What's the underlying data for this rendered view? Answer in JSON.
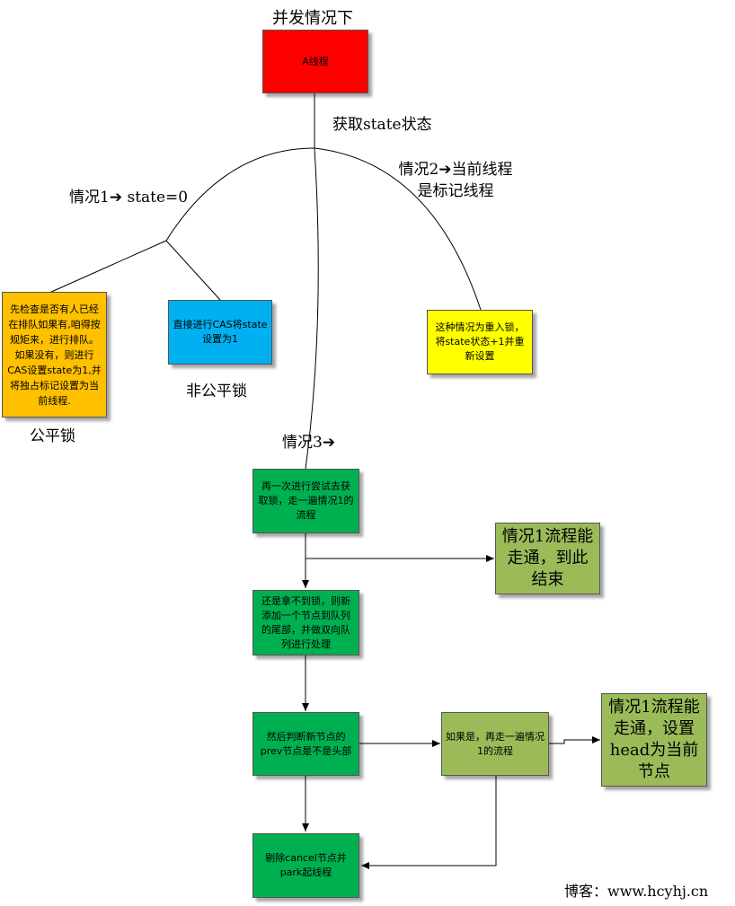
{
  "title": "并发情况下",
  "thread_box": "A线程",
  "get_state_label": "获取state状态",
  "case1_label": "情况1➔ state=0",
  "case2_label": "情况2➔当前线程是标记线程",
  "case3_label": "情况3➔",
  "fair_box": "先检查是否有人已经在排队如果有,咱得按规矩来，进行排队。如果没有，则进行CAS设置state为1,并将独占标记设置为当前线程.",
  "fair_label": "公平锁",
  "nonfair_box": "直接进行CAS将state设置为1",
  "nonfair_label": "非公平锁",
  "reentrant_box": "这种情况为重入锁，将state状态+1并重新设置",
  "retry_box": "再一次进行尝试去获取锁，走一遍情况1的流程",
  "retry_success_box": "情况1流程能走通，到此结束",
  "enqueue_box": "还是拿不到锁，则新添加一个节点到队列的尾部，并做双向队列进行处理",
  "check_prev_box": "然后判断新节点的prev节点是不是头部",
  "if_head_box": "如果是，再走一遍情况1的流程",
  "set_head_box": "情况1流程能走通，设置head为当前节点",
  "remove_cancel_box": "剔除cancel节点并park起线程",
  "blog_credit": "博客：www.hcyhj.cn",
  "colors": {
    "red": "#ff0000",
    "orange": "#ffc000",
    "blue": "#00b0f0",
    "yellow": "#ffff00",
    "green": "#00b050",
    "olive": "#9bbb59",
    "line": "#000000"
  }
}
